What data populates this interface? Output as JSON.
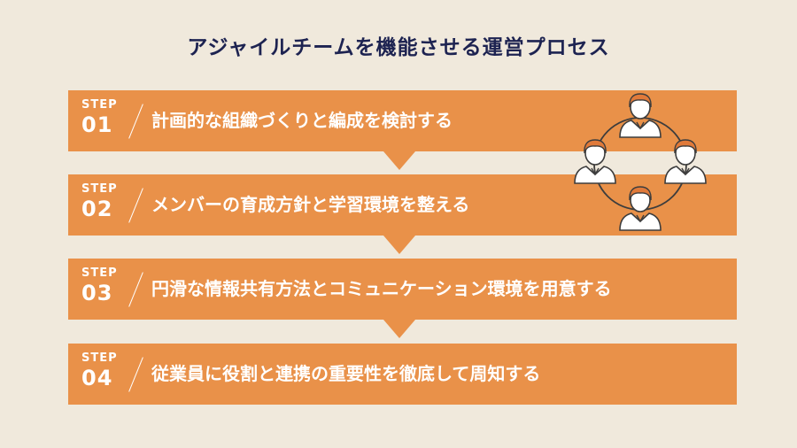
{
  "title": "アジャイルチームを機能させる運営プロセス",
  "steps": [
    {
      "label": "STEP",
      "number": "01",
      "text": "計画的な組織づくりと編成を検討する"
    },
    {
      "label": "STEP",
      "number": "02",
      "text": "メンバーの育成方針と学習環境を整える"
    },
    {
      "label": "STEP",
      "number": "03",
      "text": "円滑な情報共有方法とコミュニケーション環境を用意する"
    },
    {
      "label": "STEP",
      "number": "04",
      "text": "従業員に役割と連携の重要性を徹底して周知する"
    }
  ],
  "illustration": {
    "icon": "team-cycle-icon",
    "people": 4
  },
  "colors": {
    "background": "#f0e9dc",
    "accent": "#e99149",
    "title": "#1d2351"
  }
}
